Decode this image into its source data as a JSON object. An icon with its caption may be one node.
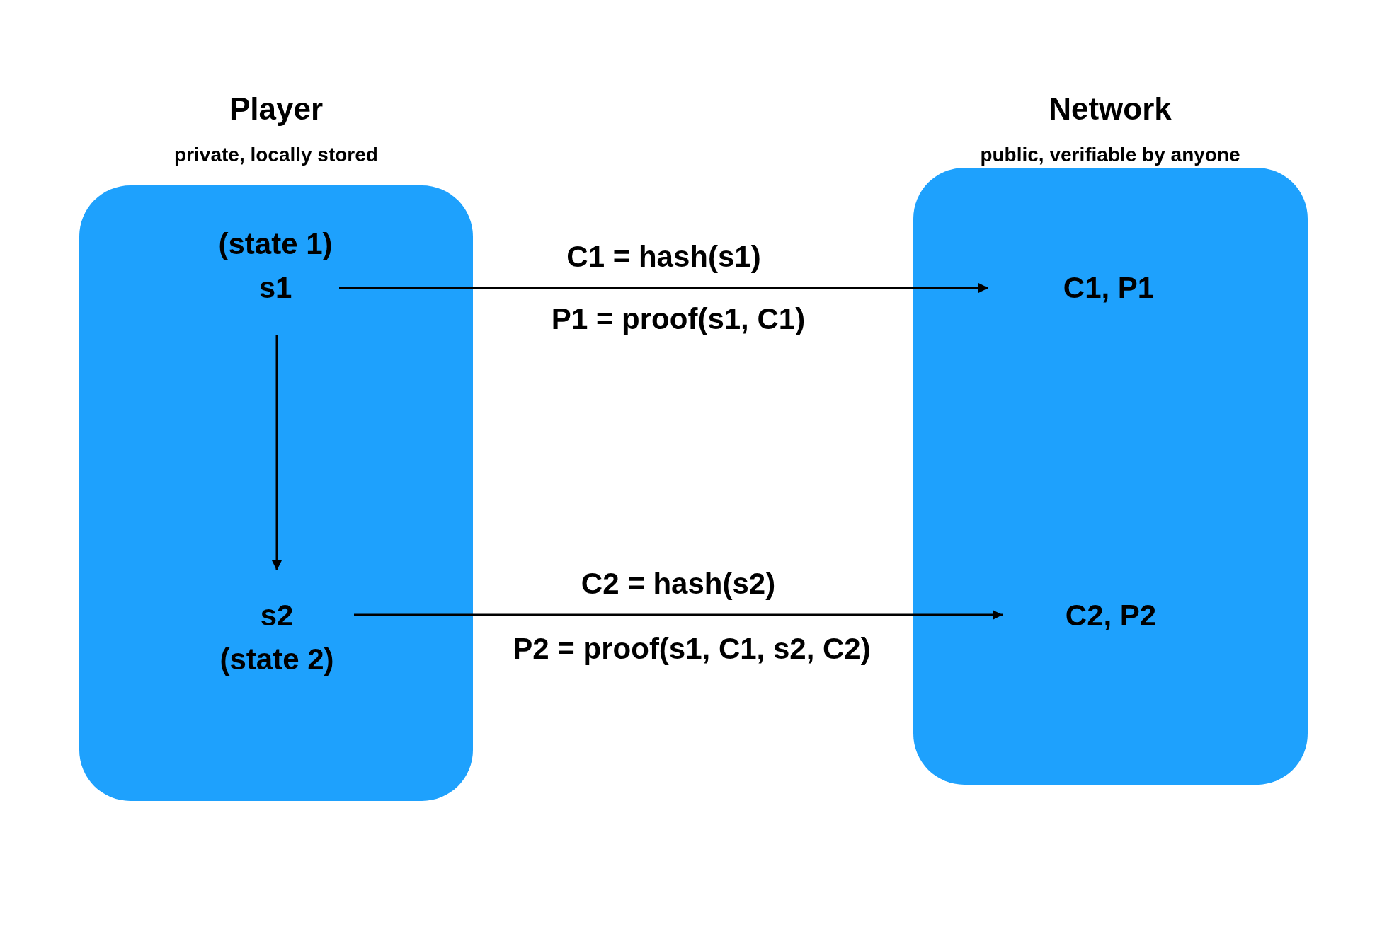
{
  "diagram": {
    "nodes": [
      {
        "text": [
          "Player",
          "private, locally stored"
        ]
      },
      {
        "text": [
          "(state 1)",
          "s1"
        ],
        "in": 0
      },
      {
        "text": [
          "s2",
          "(state 2)"
        ],
        "in": 0
      },
      {
        "text": [
          "Network",
          "public, verifiable by anyone"
        ]
      },
      {
        "text": [
          "C1, P1"
        ],
        "in": 3
      },
      {
        "text": [
          "C2, P2"
        ],
        "in": 3
      }
    ],
    "edges": [
      {
        "from": 1,
        "to": 4,
        "arrow": "to",
        "label": "C1 = hash(s1)"
      },
      {
        "from": 1,
        "to": 2,
        "arrow": "to"
      },
      {
        "from": 2,
        "to": 5,
        "arrow": "to",
        "label": "C2 = hash(s2)"
      }
    ],
    "labels": [
      "P1 = proof(s1, C1)",
      "P2 = proof(s1, C1, s2, C2)"
    ]
  }
}
